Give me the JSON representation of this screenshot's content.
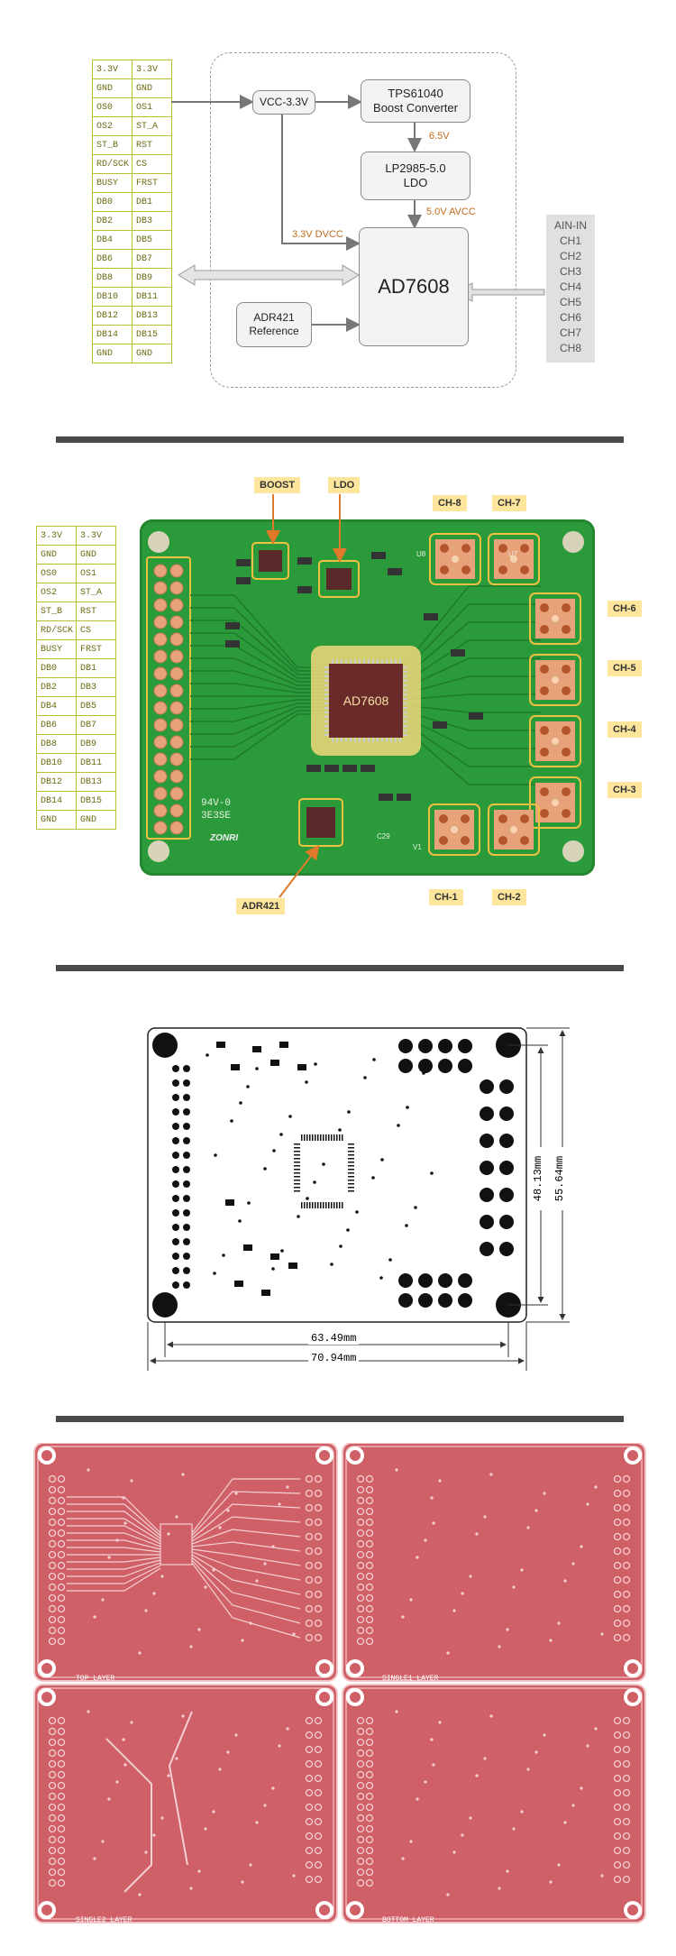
{
  "pins": [
    [
      "3.3V",
      "3.3V"
    ],
    [
      "GND",
      "GND"
    ],
    [
      "OS0",
      "OS1"
    ],
    [
      "OS2",
      "ST_A"
    ],
    [
      "ST_B",
      "RST"
    ],
    [
      "RD/SCK",
      "CS"
    ],
    [
      "BUSY",
      "FRST"
    ],
    [
      "DB0",
      "DB1"
    ],
    [
      "DB2",
      "DB3"
    ],
    [
      "DB4",
      "DB5"
    ],
    [
      "DB6",
      "DB7"
    ],
    [
      "DB8",
      "DB9"
    ],
    [
      "DB10",
      "DB11"
    ],
    [
      "DB12",
      "DB13"
    ],
    [
      "DB14",
      "DB15"
    ],
    [
      "GND",
      "GND"
    ]
  ],
  "block": {
    "vcc": "VCC-3.3V",
    "boost_line1": "TPS61040",
    "boost_line2": "Boost Converter",
    "ldo_line1": "LP2985-5.0",
    "ldo_line2": "LDO",
    "adc": "AD7608",
    "ref_line1": "ADR421",
    "ref_line2": "Reference",
    "v65": "6.5V",
    "v5avcc": "5.0V AVCC",
    "v33dvcc": "3.3V DVCC",
    "ain_title": "AIN-IN",
    "channels": [
      "CH1",
      "CH2",
      "CH3",
      "CH4",
      "CH5",
      "CH6",
      "CH7",
      "CH8"
    ]
  },
  "board": {
    "chip": "AD7608",
    "boost": "BOOST",
    "ldo": "LDO",
    "adr": "ADR421",
    "ch": [
      "CH-1",
      "CH-2",
      "CH-3",
      "CH-4",
      "CH-5",
      "CH-6",
      "CH-7",
      "CH-8"
    ],
    "silk1": "94V-0",
    "silk2": "3E3SE",
    "logo": "ZONRI",
    "u8": "U8",
    "u7": "U7",
    "c29": "C29",
    "v1": "V1"
  },
  "dims": {
    "inner_w": "63.49mm",
    "outer_w": "70.94mm",
    "inner_h": "48.13mm",
    "outer_h": "55.64mm"
  },
  "layers": [
    "TOP LAYER",
    "SINGLE1 LAYER",
    "SINGLE2 LAYER",
    "BOTTOM LAYER"
  ],
  "colors": {
    "pin_border": "#b8bf33",
    "pin_text": "#6b6b12",
    "accent_orange": "#c06a1a",
    "pcb_green": "#2a9a3a",
    "label_yellow": "#fde59b",
    "layer_red": "#cf6068"
  }
}
